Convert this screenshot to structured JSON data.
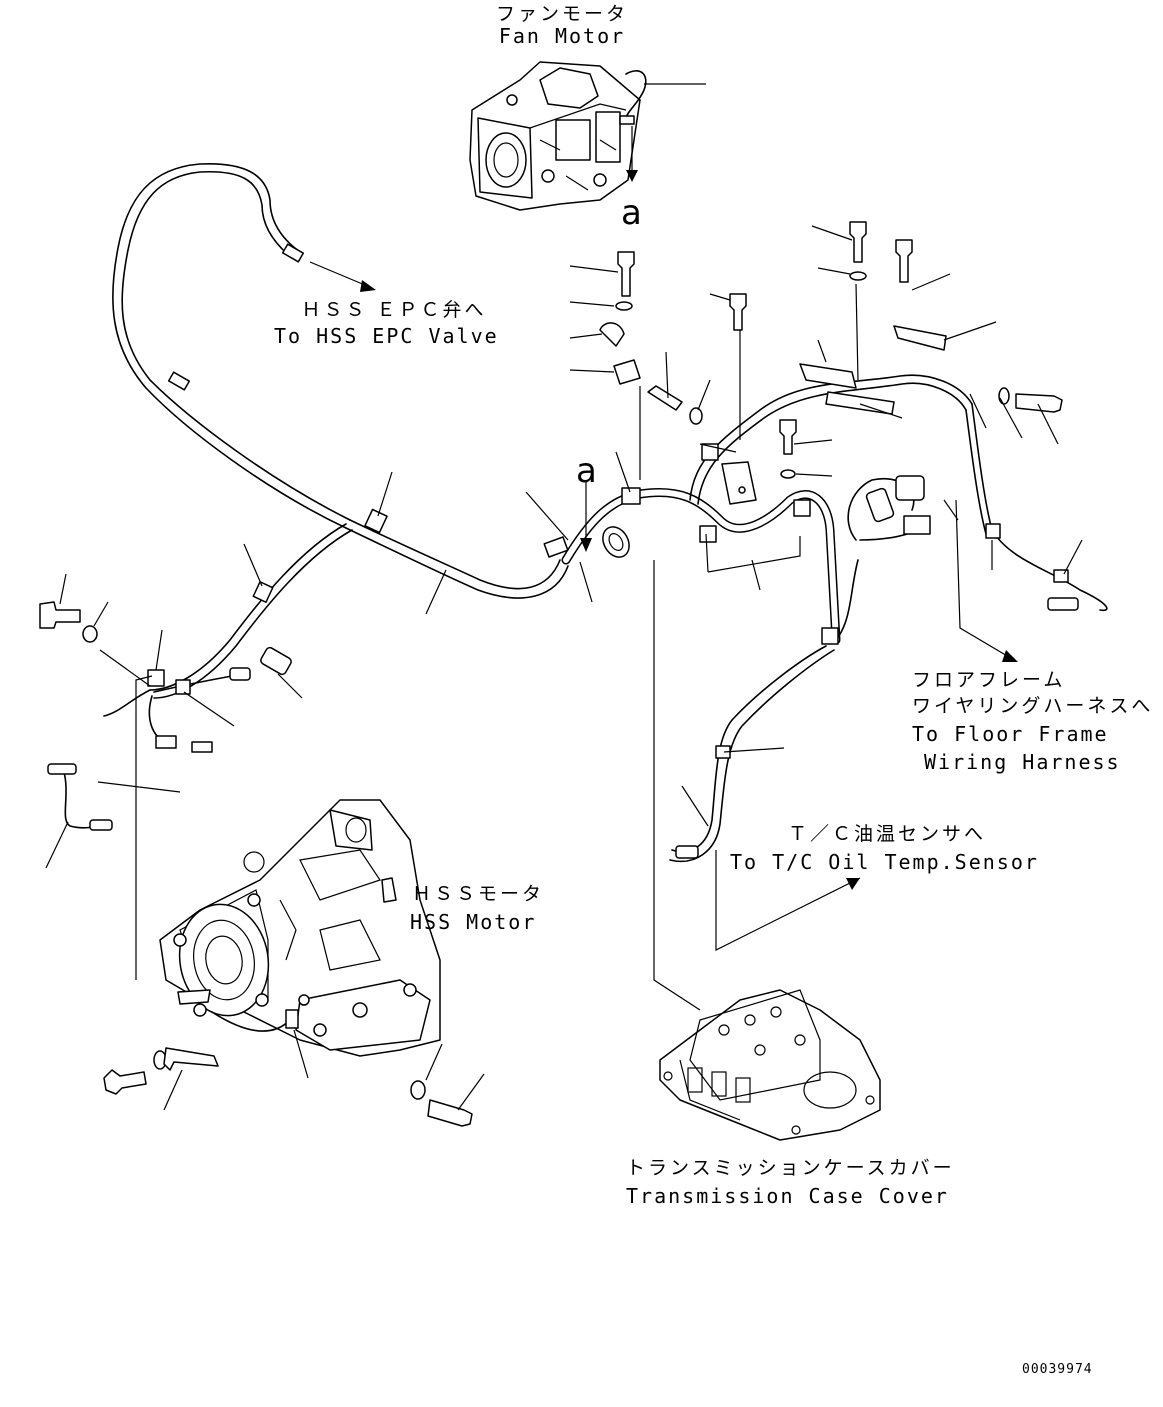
{
  "labels": {
    "fan_motor_jp": "ファンモータ",
    "fan_motor_en": "Fan Motor",
    "hss_epc_jp": "ＨＳＳ ＥＰＣ弁へ",
    "hss_epc_en": "To HSS EPC Valve",
    "floor_frame_jp1": "フロアフレーム",
    "floor_frame_jp2": "ワイヤリングハーネスへ",
    "floor_frame_en1": "To Floor Frame",
    "floor_frame_en2": "Wiring Harness",
    "tc_sensor_jp": "Ｔ／Ｃ油温センサへ",
    "tc_sensor_en": "To T/C Oil Temp.Sensor",
    "hss_motor_jp": "ＨＳＳモータ",
    "hss_motor_en": "HSS Motor",
    "trans_cover_jp": "トランスミッションケースカバー",
    "trans_cover_en": "Transmission Case Cover"
  },
  "detail_marks": {
    "top": "a",
    "middle": "a"
  },
  "document_id": "00039974"
}
